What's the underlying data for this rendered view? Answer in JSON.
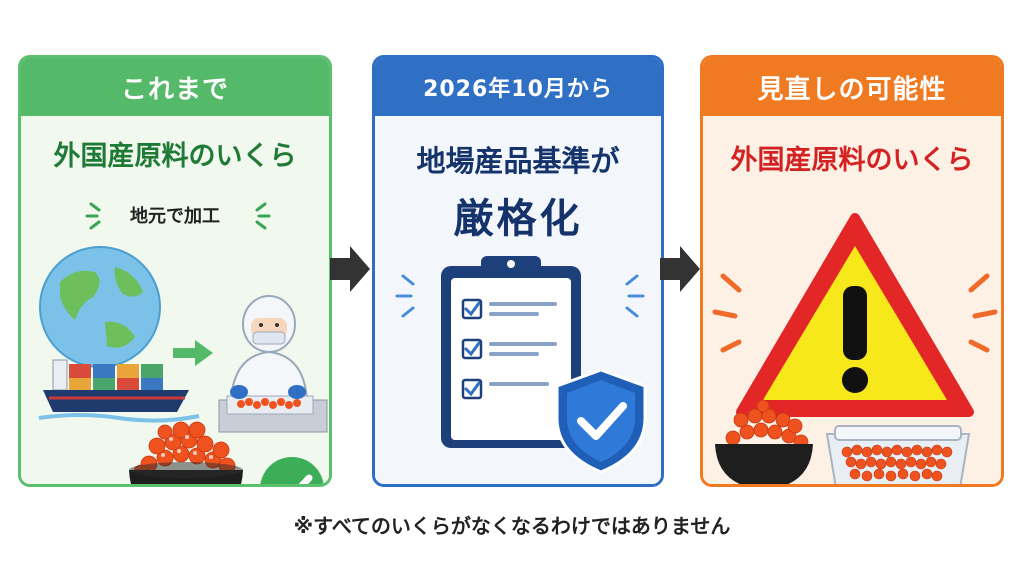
{
  "panels": {
    "before": {
      "header": "これまで",
      "title": "外国産原料のいくら",
      "subtitle": "地元で加工"
    },
    "change": {
      "header": "2026年10月から",
      "title_line1": "地場産品基準が",
      "title_line2": "厳格化"
    },
    "after": {
      "header": "見直しの可能性",
      "title": "外国産原料のいくら"
    }
  },
  "footnote": "※すべてのいくらがなくなるわけではありません",
  "icons": {
    "before": [
      "globe-icon",
      "cargo-ship-icon",
      "arrow-right-icon",
      "factory-worker-icon",
      "ikura-bowl-icon",
      "check-circle-icon"
    ],
    "change": [
      "clipboard-checklist-icon",
      "shield-check-icon"
    ],
    "after": [
      "warning-triangle-icon",
      "ikura-bowl-icon",
      "ikura-tray-icon"
    ]
  },
  "colors": {
    "before": "#55b96a",
    "change": "#2f6fc4",
    "after": "#f07a22",
    "ikura": "#f0521f"
  }
}
